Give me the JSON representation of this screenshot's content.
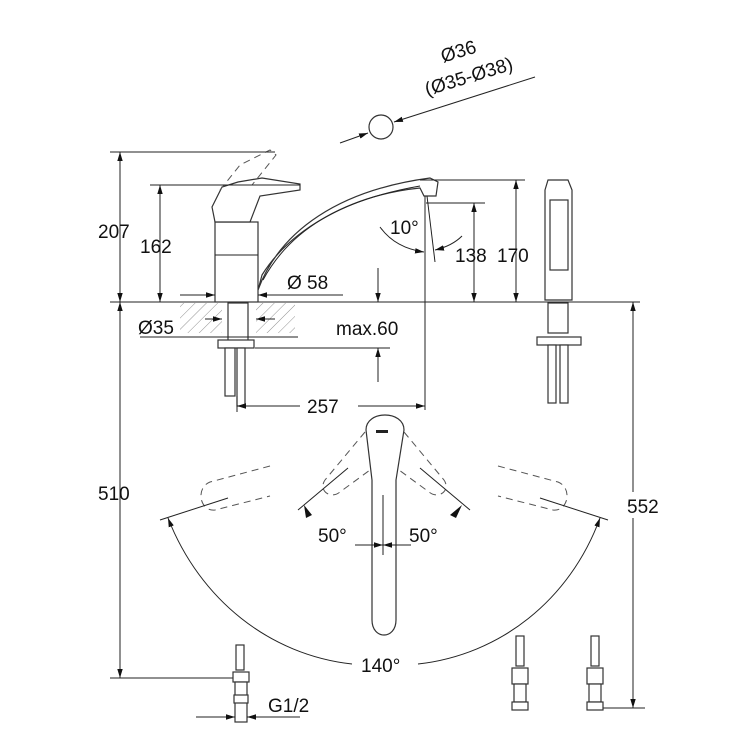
{
  "drawing": {
    "colors": {
      "line": "#222222",
      "background": "#ffffff"
    },
    "side_view": {
      "total_height": "207",
      "lever_height": "162",
      "spout_height": "170",
      "spout_outlet_height": "138",
      "spout_tilt": "10°",
      "base_diameter": "Ø 58",
      "hole_diameter": "Ø35",
      "max_counter_thickness": "max.60",
      "spout_reach": "257"
    },
    "aerator": {
      "diameter": "Ø36",
      "range": "(Ø35-Ø38)"
    },
    "top_view": {
      "lever_left_angle": "50°",
      "lever_right_angle": "50°",
      "spout_swivel": "140°"
    },
    "hoses": {
      "hose_length": "510",
      "hose_length_total": "552",
      "connection_thread": "G1/2"
    }
  }
}
